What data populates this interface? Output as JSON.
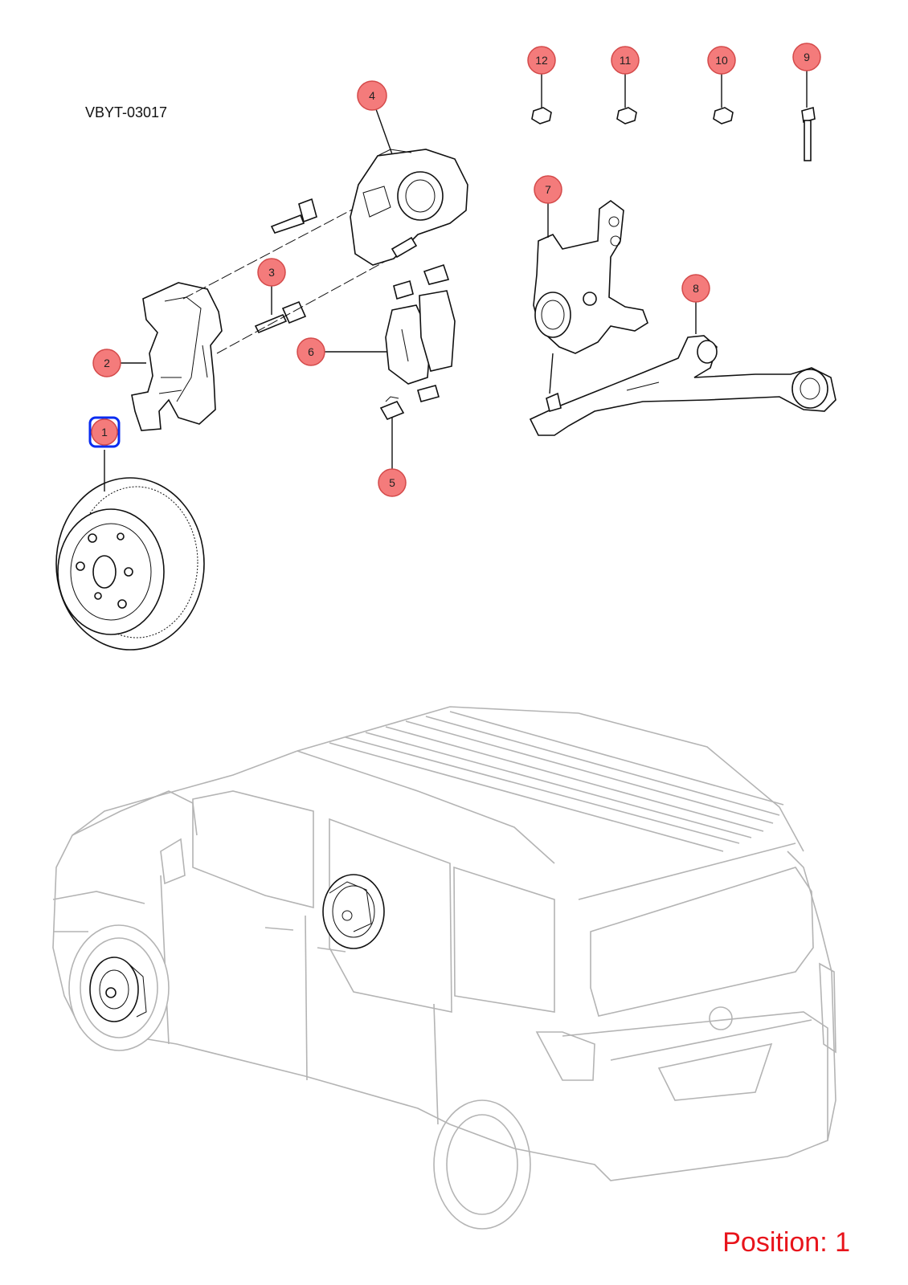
{
  "diagram_code": "VBYT-03017",
  "position_label": "Position: 1",
  "selected_callout": "1",
  "colors": {
    "callout_fill": "#f47b7b",
    "selection": "#0a2cf0",
    "position_text": "#e8141b"
  },
  "callouts": [
    {
      "label": "1"
    },
    {
      "label": "2"
    },
    {
      "label": "3"
    },
    {
      "label": "4"
    },
    {
      "label": "5"
    },
    {
      "label": "6"
    },
    {
      "label": "7"
    },
    {
      "label": "8"
    },
    {
      "label": "9"
    },
    {
      "label": "10"
    },
    {
      "label": "11"
    },
    {
      "label": "12"
    }
  ]
}
